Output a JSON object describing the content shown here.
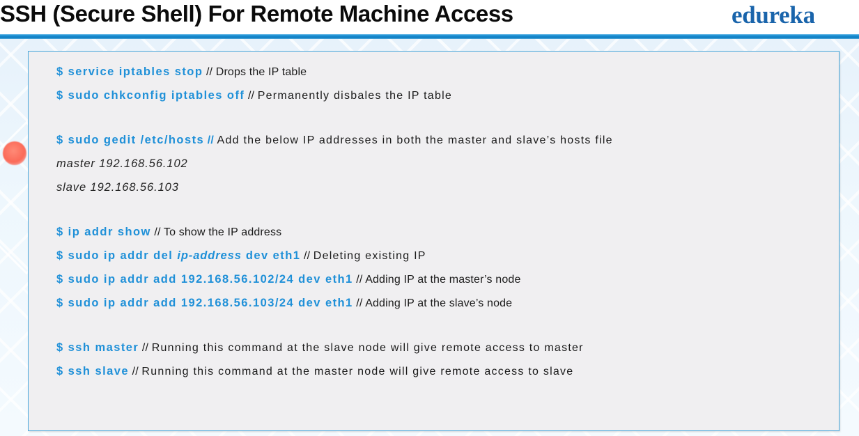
{
  "header": {
    "title": "SSH (Secure Shell) For Remote Machine Access",
    "brand": "edureka",
    "accent_color": "#1a8fd4",
    "title_color": "#0b0b0b",
    "brand_color": "#1964ab"
  },
  "panel": {
    "background_color": "#f0eff1",
    "border_color": "#4aa8dc",
    "command_color": "#1f90d8",
    "comment_color": "#1a1a1a"
  },
  "cursor": {
    "name": "pointer-dot",
    "color": "#fb6a58"
  },
  "code": {
    "lines": [
      {
        "type": "command",
        "prompt": "$",
        "command": "service iptables stop",
        "separator": "//",
        "comment": "Drops the IP table",
        "separator_style": "black",
        "comment_spacing": "normal"
      },
      {
        "type": "command",
        "prompt": "$",
        "command": "sudo chkconfig iptables off",
        "separator": "//",
        "comment": "Permanently disbales the IP table",
        "separator_style": "black",
        "comment_spacing": "wide"
      },
      {
        "type": "blank"
      },
      {
        "type": "command",
        "prompt": "$",
        "command": "sudo gedit /etc/hosts",
        "separator": "//",
        "comment": "Add the below IP addresses in both the master and slave’s hosts file",
        "separator_style": "blue",
        "comment_spacing": "wide"
      },
      {
        "type": "italic",
        "text": "master 192.168.56.102"
      },
      {
        "type": "italic",
        "text": "slave 192.168.56.103"
      },
      {
        "type": "blank"
      },
      {
        "type": "command",
        "prompt": "$",
        "command": "ip addr show",
        "separator": "//",
        "comment": "To show the IP address",
        "separator_style": "black",
        "comment_spacing": "normal"
      },
      {
        "type": "command_with_italic",
        "prompt": "$",
        "command_pre": "sudo ip addr del ",
        "command_italic": "ip-address",
        "command_post": " dev eth1",
        "separator": "//",
        "comment": "Deleting existing IP",
        "separator_style": "black",
        "comment_spacing": "wide"
      },
      {
        "type": "command",
        "prompt": "$",
        "command": "sudo ip addr add 192.168.56.102/24 dev eth1",
        "separator": "//",
        "comment": "Adding IP at the master’s node",
        "separator_style": "black",
        "comment_spacing": "normal"
      },
      {
        "type": "command",
        "prompt": "$",
        "command": "sudo ip addr add 192.168.56.103/24 dev eth1",
        "separator": "//",
        "comment": "Adding IP at the slave’s node",
        "separator_style": "black",
        "comment_spacing": "normal"
      },
      {
        "type": "blank"
      },
      {
        "type": "command",
        "prompt": "$",
        "command": "ssh master",
        "separator": "//",
        "comment": "Running this command at the slave node will give remote access to master",
        "separator_style": "black",
        "comment_spacing": "wide"
      },
      {
        "type": "command",
        "prompt": "$",
        "command": "ssh slave",
        "separator": "//",
        "comment": "Running this command at the master node will give remote access to slave",
        "separator_style": "black",
        "comment_spacing": "wide"
      }
    ]
  }
}
